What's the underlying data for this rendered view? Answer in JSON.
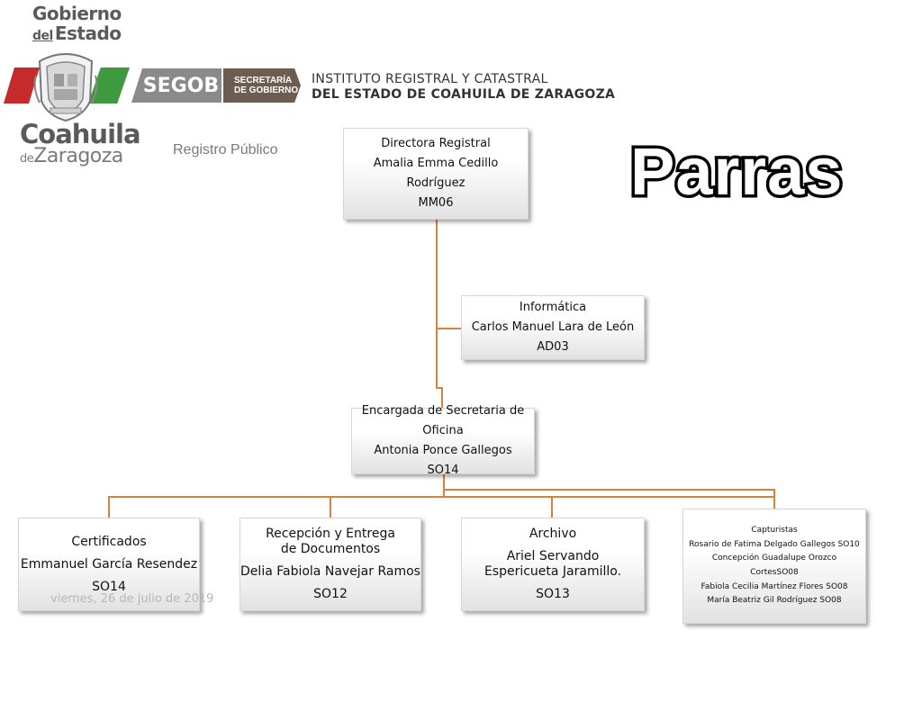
{
  "header": {
    "gobierno_line1": "Gobierno",
    "gobierno_del": "del",
    "gobierno_estado": "Estado",
    "coahuila": "Coahuila",
    "zaragoza_de": "de",
    "zaragoza": "Zaragoza",
    "segob": "SEGOB",
    "secretaria_l1": "SECRETARÍA",
    "secretaria_l2": "DE GOBIERNO",
    "instituto_l1": "INSTITUTO REGISTRAL Y CATASTRAL",
    "instituto_l2": "DEL ESTADO DE COAHUILA DE ZARAGOZA",
    "registro": "Registro Público",
    "parras": "Parras"
  },
  "colors": {
    "connector": "#d9823d",
    "red_band": "#c62a2a",
    "green_band": "#3f9a3f",
    "segob_gray": "#8a8a8a",
    "secretaria_brown": "#6d5c52"
  },
  "org": {
    "director": {
      "role": "Directora Registral",
      "name": "Amalia Emma Cedillo Rodríguez",
      "code": "MM06"
    },
    "informatica": {
      "role": "Informática",
      "name": "Carlos Manuel Lara de León",
      "code": "AD03"
    },
    "encargada": {
      "role": "Encargada de Secretaria de Oficina",
      "name": "Antonia Ponce Gallegos",
      "code": "SO14"
    },
    "certificados": {
      "role": "Certificados",
      "name": "Emmanuel García Resendez",
      "code": "SO14"
    },
    "recepcion": {
      "role": "Recepción y Entrega de Documentos",
      "name": "Delia Fabiola Navejar Ramos",
      "code": "SO12"
    },
    "archivo": {
      "role": "Archivo",
      "name": "Ariel Servando Espericueta Jaramillo.",
      "code": "SO13"
    },
    "capturistas": {
      "role": "Capturistas",
      "lines": [
        "Rosario de Fatima Delgado Gallegos SO10",
        "Concepción Guadalupe Orozco",
        "CortesSO08",
        "Fabiola Cecilia Martínez Flores SO08",
        "María Beatriz Gil Rodríguez SO08"
      ]
    }
  },
  "footer": {
    "date": "viernes, 26 de julio de 2019"
  }
}
